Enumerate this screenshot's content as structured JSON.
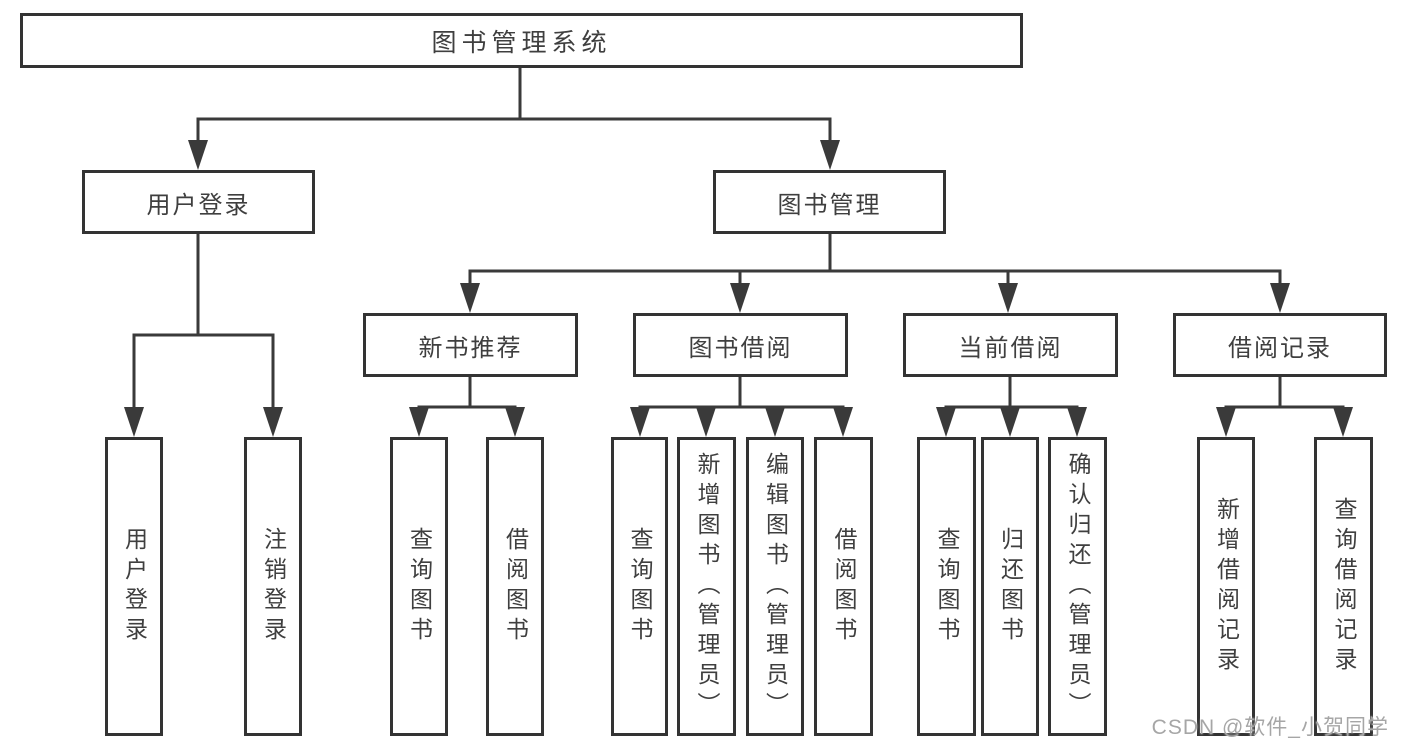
{
  "colors": {
    "line": "#3a3a3a",
    "box_border": "#333333",
    "text": "#3f3f3f",
    "watermark": "#a6a6a6",
    "background": "#ffffff"
  },
  "diagram": {
    "root": {
      "label": "图书管理系统"
    },
    "level2": [
      {
        "label": "用户登录"
      },
      {
        "label": "图书管理"
      }
    ],
    "level3": [
      {
        "label": "新书推荐"
      },
      {
        "label": "图书借阅"
      },
      {
        "label": "当前借阅"
      },
      {
        "label": "借阅记录"
      }
    ],
    "leaves": [
      {
        "label": "用户登录"
      },
      {
        "label": "注销登录"
      },
      {
        "label": "查询图书"
      },
      {
        "label": "借阅图书"
      },
      {
        "label": "查询图书"
      },
      {
        "label": "新增图书（管理员）"
      },
      {
        "label": "编辑图书（管理员）"
      },
      {
        "label": "借阅图书"
      },
      {
        "label": "查询图书"
      },
      {
        "label": "归还图书"
      },
      {
        "label": "确认归还（管理员）"
      },
      {
        "label": "新增借阅记录"
      },
      {
        "label": "查询借阅记录"
      }
    ]
  },
  "watermark": {
    "text": "CSDN @软件_小贺同学"
  }
}
